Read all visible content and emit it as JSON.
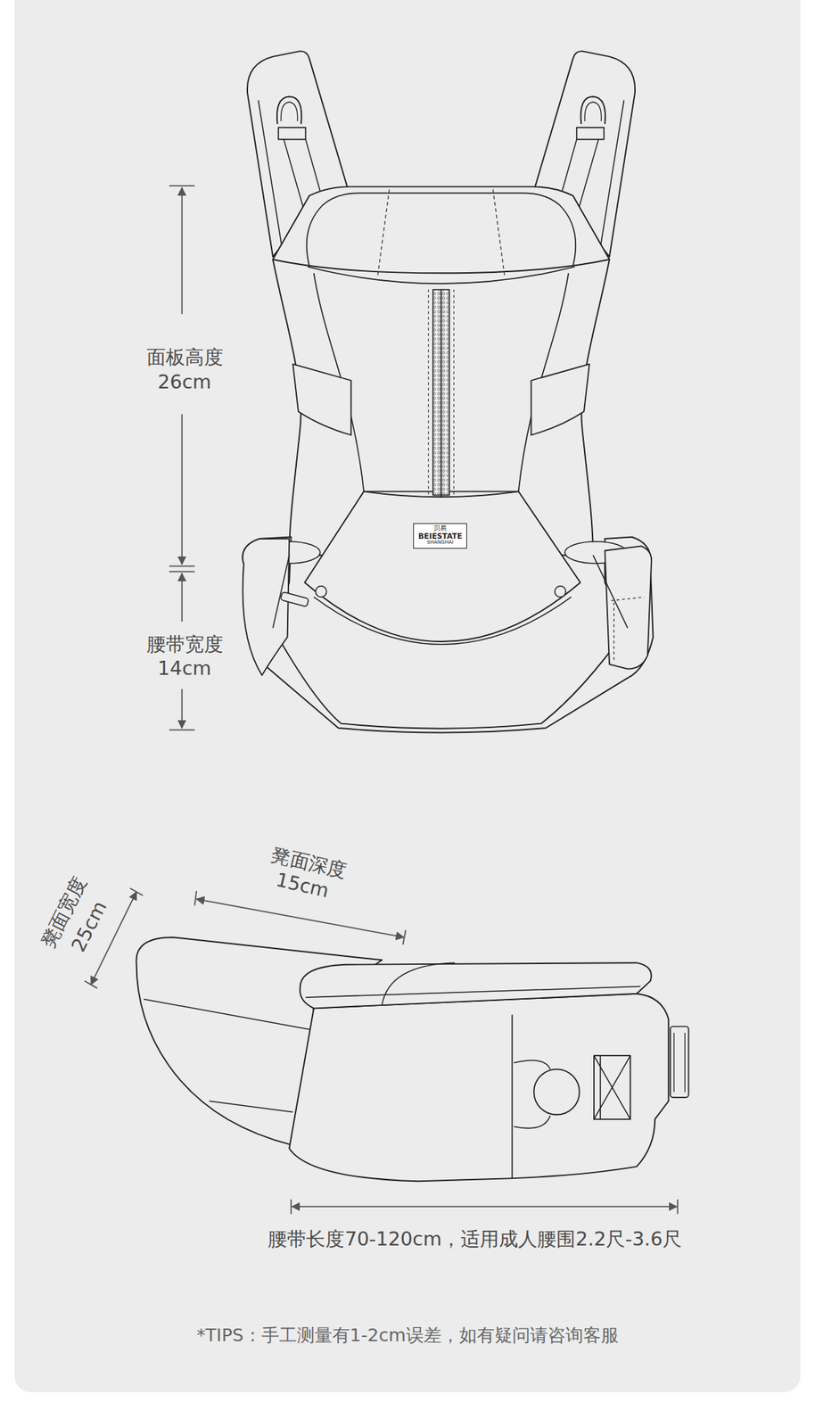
{
  "diagram": {
    "nodes": [
      {
        "text": [
          "贝易",
          "BEIESTATE",
          "SHANGHAI"
        ]
      }
    ],
    "labels": [
      "面板高度",
      "26cm",
      "腰带宽度",
      "14cm",
      "凳面宽度",
      "25cm",
      "凳面深度",
      "15cm",
      "腰带长度70-120cm，适用成人腰围2.2尺-3.6尺",
      "*TIPS：手工测量有1-2cm误差，如有疑问请咨询客服"
    ]
  }
}
